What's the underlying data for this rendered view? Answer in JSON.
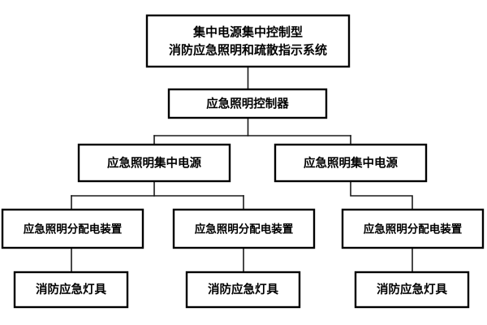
{
  "diagram": {
    "title": "集中电源集中控制型消防应急照明和疏散指示系统",
    "type": "hierarchy-flowchart",
    "orientation": "top-down",
    "background_color": "#ffffff",
    "box_fill_color": "#ffffff",
    "box_border_color": "#000000",
    "connector_color": "#1a1a1a",
    "text_color": "#000000",
    "levels": 5,
    "nodes": {
      "system": {
        "line1": "集中电源集中控制型",
        "line2": "消防应急照明和疏散指示系统"
      },
      "controller": {
        "label": "应急照明控制器"
      },
      "power_supply_left": {
        "label": "应急照明集中电源"
      },
      "power_supply_right": {
        "label": "应急照明集中电源"
      },
      "distribution_left": {
        "label": "应急照明分配电装置"
      },
      "distribution_middle": {
        "label": "应急照明分配电装置"
      },
      "distribution_right": {
        "label": "应急照明分配电装置"
      },
      "luminaire_left": {
        "label": "消防应急灯具"
      },
      "luminaire_middle": {
        "label": "消防应急灯具"
      },
      "luminaire_right": {
        "label": "消防应急灯具"
      }
    }
  }
}
